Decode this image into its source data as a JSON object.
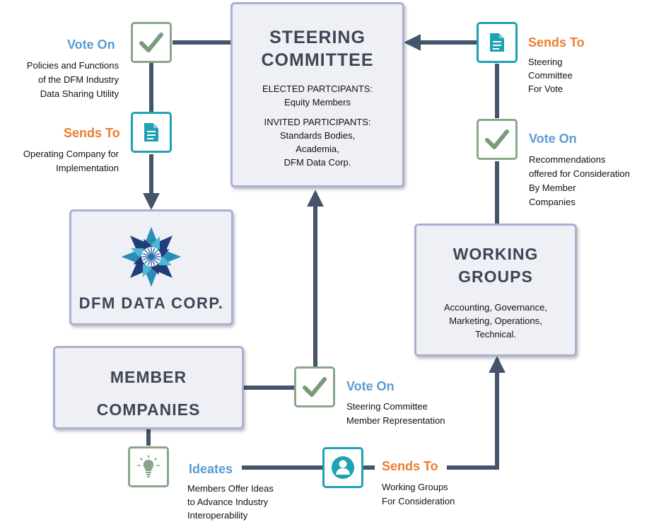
{
  "colors": {
    "line": "#44546a",
    "vote_border": "#8aa68a",
    "doc_border": "#1ea2b2",
    "box_border": "#aab0d3",
    "box_fill": "#eef0f6",
    "blue_heading": "#5b9bd5",
    "orange_heading": "#ed7d31"
  },
  "steering_committee": {
    "title_line1": "STEERING",
    "title_line2": "COMMITTEE",
    "elected_heading": "ELECTED PARTCIPANTS:",
    "elected_members": "Equity Members",
    "invited_heading": "INVITED PARTICIPANTS:",
    "invited_1": "Standards Bodies,",
    "invited_2": "Academia,",
    "invited_3": "DFM Data Corp."
  },
  "dfm_corp": {
    "name": "DFM DATA CORP.",
    "logo_icon": "star-mandala-logo-icon"
  },
  "member_companies": {
    "title_line1": "MEMBER",
    "title_line2": "COMPANIES"
  },
  "working_groups": {
    "title_line1": "WORKING",
    "title_line2": "GROUPS",
    "body_1": "Accounting, Governance,",
    "body_2": "Marketing, Operations,",
    "body_3": "Technical."
  },
  "vote_policies": {
    "icon": "checkmark-icon",
    "heading": "Vote On",
    "line1": "Policies and Functions",
    "line2": "of the DFM Industry",
    "line3": "Data Sharing Utility"
  },
  "sends_operating": {
    "icon": "document-icon",
    "heading": "Sends To",
    "line1": "Operating Company for",
    "line2": "Implementation"
  },
  "sends_steering": {
    "icon": "document-icon",
    "heading": "Sends To",
    "line1": "Steering",
    "line2": "Committee",
    "line3": "For Vote"
  },
  "vote_recommendations": {
    "icon": "checkmark-icon",
    "heading": "Vote On",
    "line1": "Recommendations",
    "line2": "offered for Consideration",
    "line3": "By Member",
    "line4": "Companies"
  },
  "vote_representation": {
    "icon": "checkmark-icon",
    "heading": "Vote On",
    "line1": "Steering Committee",
    "line2": "Member Representation"
  },
  "ideates": {
    "icon": "lightbulb-icon",
    "heading": "Ideates",
    "line1": "Members  Offer Ideas",
    "line2": "to Advance Industry",
    "line3": "Interoperability"
  },
  "sends_working": {
    "icon": "person-icon",
    "heading": "Sends To",
    "line1": "Working Groups",
    "line2": "For Consideration"
  }
}
